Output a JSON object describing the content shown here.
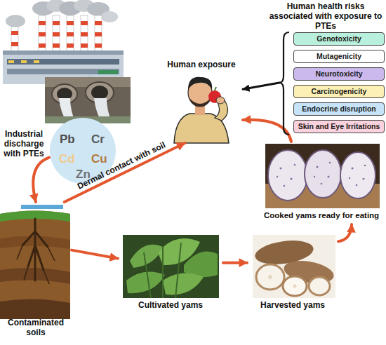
{
  "diagram": {
    "nodes": [
      {
        "text": [
          "Human health risks associated with exposure to PTEs"
        ]
      },
      {
        "text": [
          "Genotoxicity"
        ],
        "in": 0
      },
      {
        "text": [
          "Mutagenicity"
        ],
        "in": 0
      },
      {
        "text": [
          "Neurotoxicity"
        ],
        "in": 0
      },
      {
        "text": [
          "Carcinogenicity"
        ],
        "in": 0
      },
      {
        "text": [
          "Endocrine disruption"
        ],
        "in": 0
      },
      {
        "text": [
          "Skin and Eye Irritations"
        ],
        "in": 0
      },
      {
        "text": [
          "Human exposure"
        ]
      },
      {
        "text": [
          "Industrial discharge with PTEs",
          "Pb",
          "Cr",
          "Cd",
          "Cu",
          "Zn"
        ]
      },
      {
        "text": [
          "Cooked yams ready for eating"
        ]
      },
      {
        "text": [
          "Contaminated soils"
        ]
      },
      {
        "text": [
          "Cultivated yams"
        ]
      },
      {
        "text": [
          "Harvested yams"
        ]
      }
    ],
    "edges": [
      {
        "from": 8,
        "to": 10,
        "arrow": "to"
      },
      {
        "from": 10,
        "to": 11,
        "arrow": "to"
      },
      {
        "from": 11,
        "to": 12,
        "arrow": "to"
      },
      {
        "from": 12,
        "to": 9,
        "arrow": "to"
      },
      {
        "from": 9,
        "to": 7,
        "arrow": "to"
      },
      {
        "from": 10,
        "to": 7,
        "arrow": "to",
        "label": "Dermal contact with soil"
      },
      {
        "from": 0,
        "to": 7,
        "arrow": "to"
      }
    ]
  }
}
